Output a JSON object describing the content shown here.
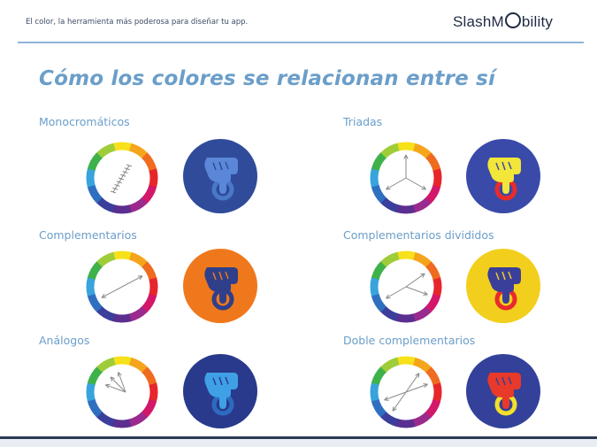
{
  "header": {
    "tagline": "El color, la herramienta más poderosa para diseñar tu app.",
    "logo_text_a": "SlashM",
    "logo_text_b": "bility"
  },
  "title": "Cómo los colores se relacionan entre sí",
  "schemes": [
    {
      "label": "Monocromáticos",
      "badge_bg": "#2f4b9a",
      "hand": "#5b87d9",
      "ring": "#4a78c8",
      "diagram": "mono"
    },
    {
      "label": "Triadas",
      "badge_bg": "#3a4aa8",
      "hand": "#f2e63a",
      "ring": "#e82b2b",
      "diagram": "triad"
    },
    {
      "label": "Complementarios",
      "badge_bg": "#f0781c",
      "hand": "#2f3f8a",
      "ring": "#2f3f8a",
      "diagram": "complement"
    },
    {
      "label": "Complementarios divididos",
      "badge_bg": "#f2cf1c",
      "hand": "#3a3f99",
      "ring": "#e82b2b",
      "diagram": "split"
    },
    {
      "label": "Análogos",
      "badge_bg": "#293a8c",
      "hand": "#3fa0e6",
      "ring": "#2d6bc0",
      "diagram": "analog"
    },
    {
      "label": "Doble complementarios",
      "badge_bg": "#33419a",
      "hand": "#e8392a",
      "ring": "#f2e02a",
      "diagram": "double"
    }
  ],
  "wheel_colors": [
    "#f6e11a",
    "#f5a51c",
    "#ee6b1f",
    "#e6262b",
    "#d3176a",
    "#9b2a8e",
    "#5b2f8f",
    "#3b3f9b",
    "#2f6fc0",
    "#39a4dc",
    "#3fb14a",
    "#9fcd3a"
  ]
}
